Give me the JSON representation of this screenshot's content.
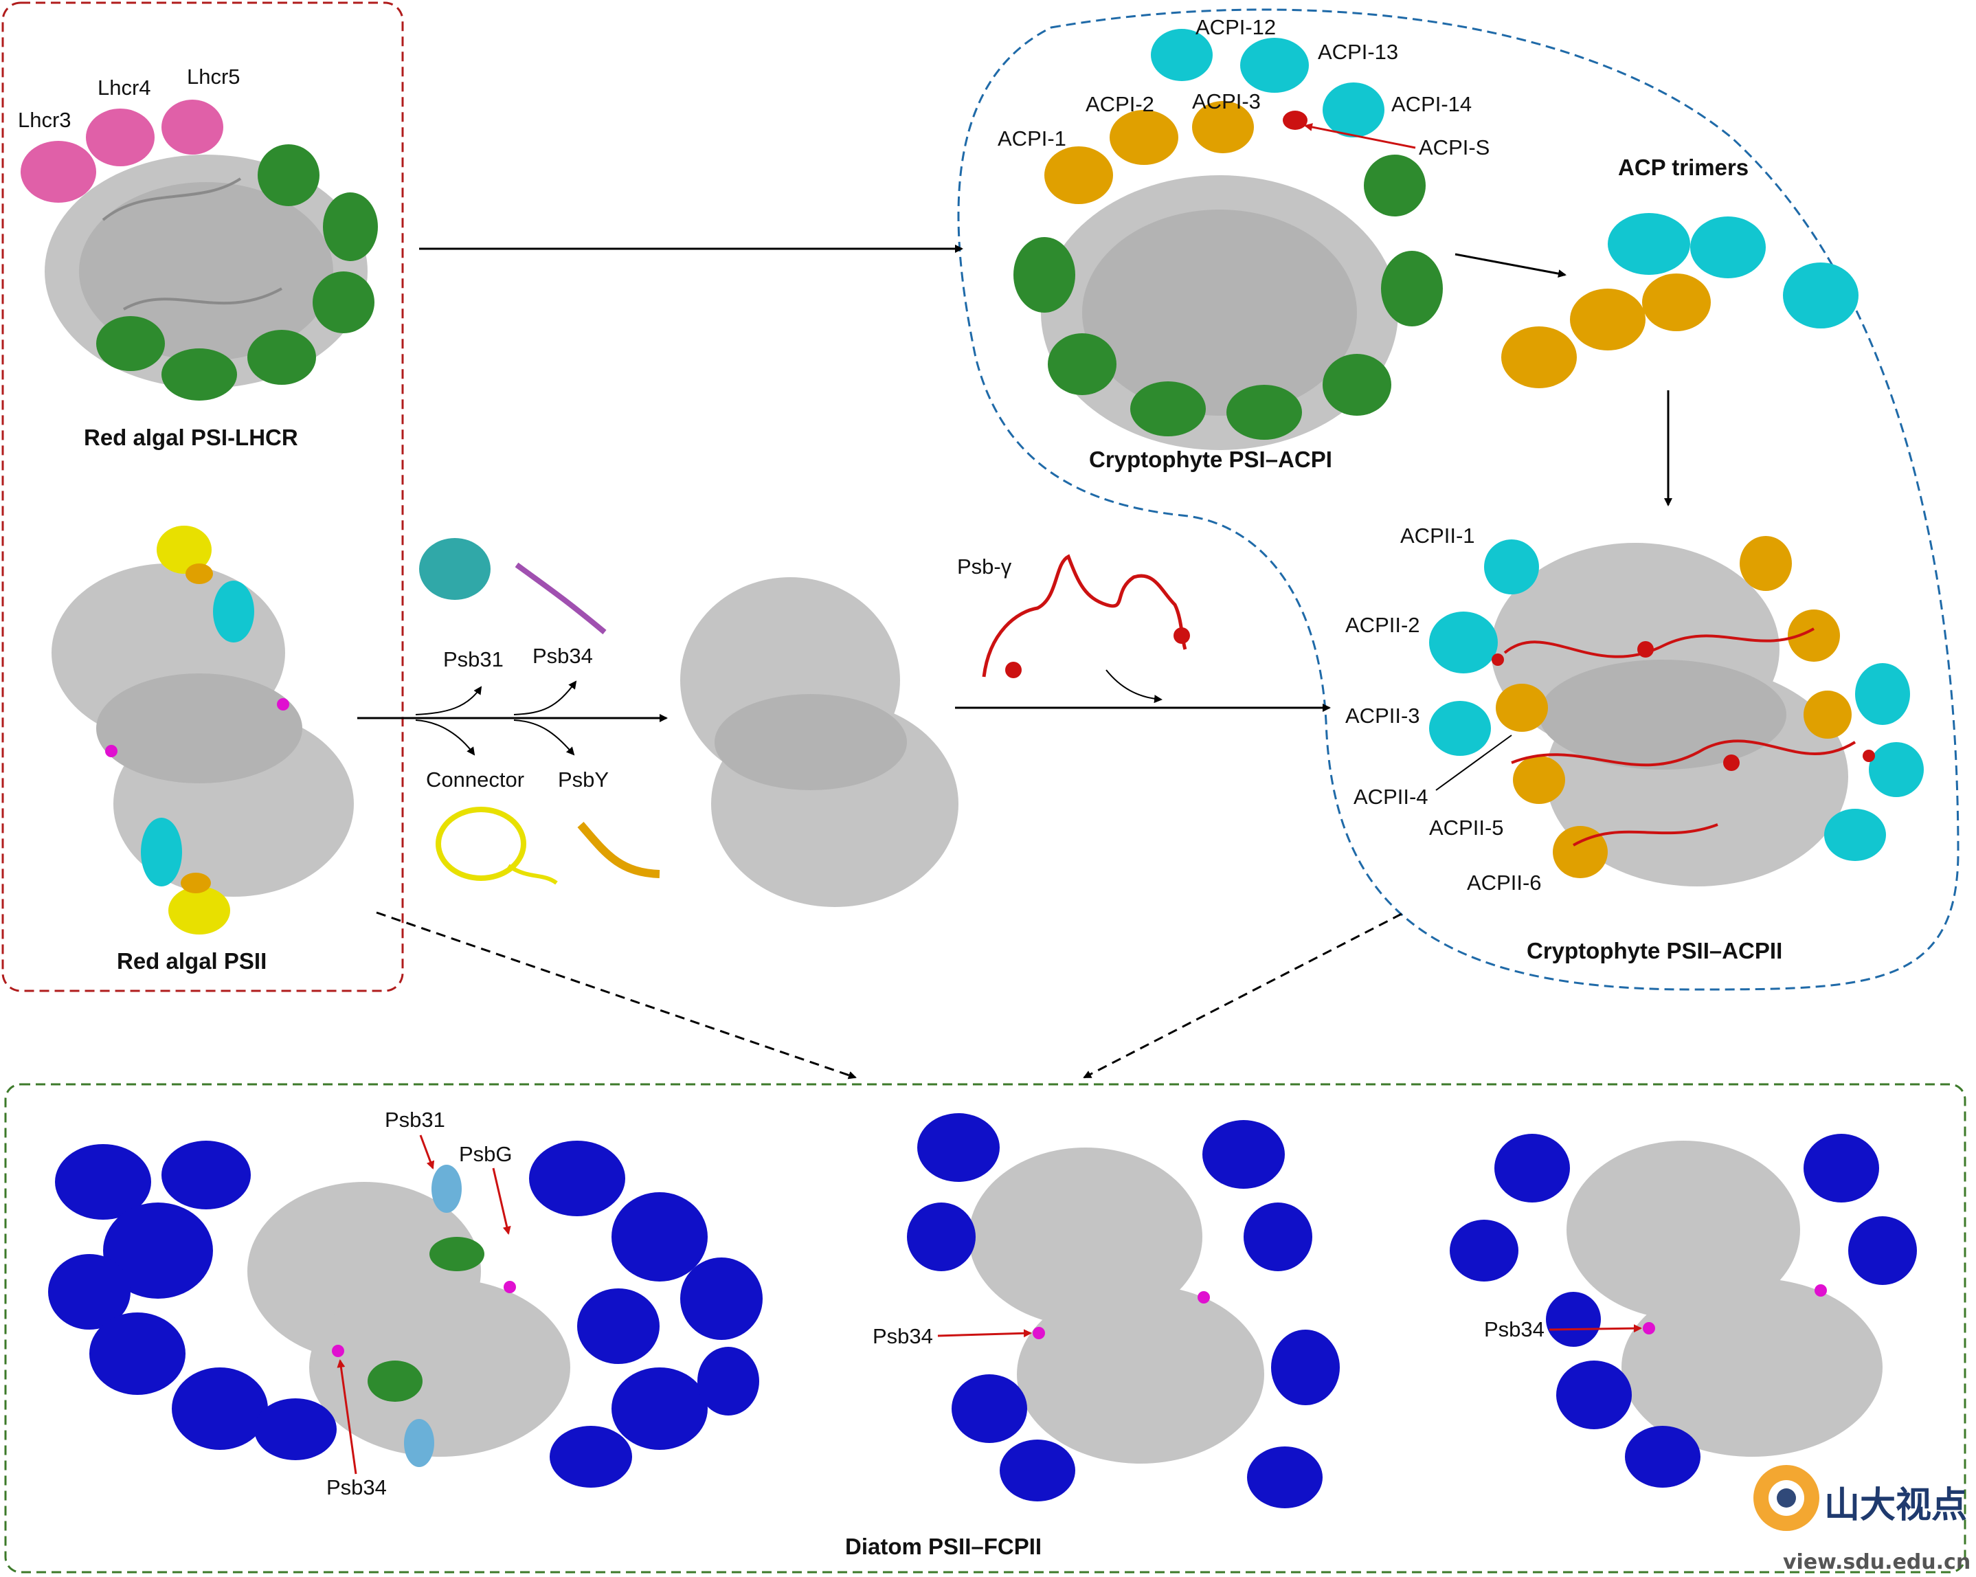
{
  "labels": {
    "red_psi_title": "Red algal PSI-LHCR",
    "red_psii_title": "Red algal PSII",
    "crypto_psi_title": "Cryptophyte PSI–ACPI",
    "crypto_psii_title": "Cryptophyte PSII–ACPII",
    "acp_trimers": "ACP trimers",
    "diatom_title": "Diatom PSII–FCPII",
    "lhcr3": "Lhcr3",
    "lhcr4": "Lhcr4",
    "lhcr5": "Lhcr5",
    "acpi1": "ACPI-1",
    "acpi2": "ACPI-2",
    "acpi3": "ACPI-3",
    "acpi12": "ACPI-12",
    "acpi13": "ACPI-13",
    "acpi14": "ACPI-14",
    "acpis": "ACPI-S",
    "psb31": "Psb31",
    "psb34": "Psb34",
    "connector": "Connector",
    "psby": "PsbY",
    "psbgamma": "Psb-γ",
    "acpii1": "ACPII-1",
    "acpii2": "ACPII-2",
    "acpii3": "ACPII-3",
    "acpii4": "ACPII-4",
    "acpii5": "ACPII-5",
    "acpii6": "ACPII-6",
    "d_psb31": "Psb31",
    "d_psbg": "PsbG",
    "d_psb34_a": "Psb34",
    "d_psb34_b": "Psb34",
    "d_psb34_c": "Psb34"
  },
  "watermark": {
    "text": "山大视点",
    "url": "view.sdu.edu.cn"
  },
  "colors": {
    "core": "#a9a9a9",
    "lhcr": "#e060a8",
    "green": "#2e8b2e",
    "orange": "#e0a000",
    "cyan": "#12c6d0",
    "red": "#cc1111",
    "blue": "#1010c8",
    "yellow": "#e8e000",
    "magenta": "#e010d0",
    "purple": "#a050b0",
    "teal": "#30a8a8",
    "lightblue": "#6ab0d8",
    "box_red": "#b01c1c",
    "box_blue": "#1f6aa8",
    "box_green": "#3d7a2a"
  }
}
